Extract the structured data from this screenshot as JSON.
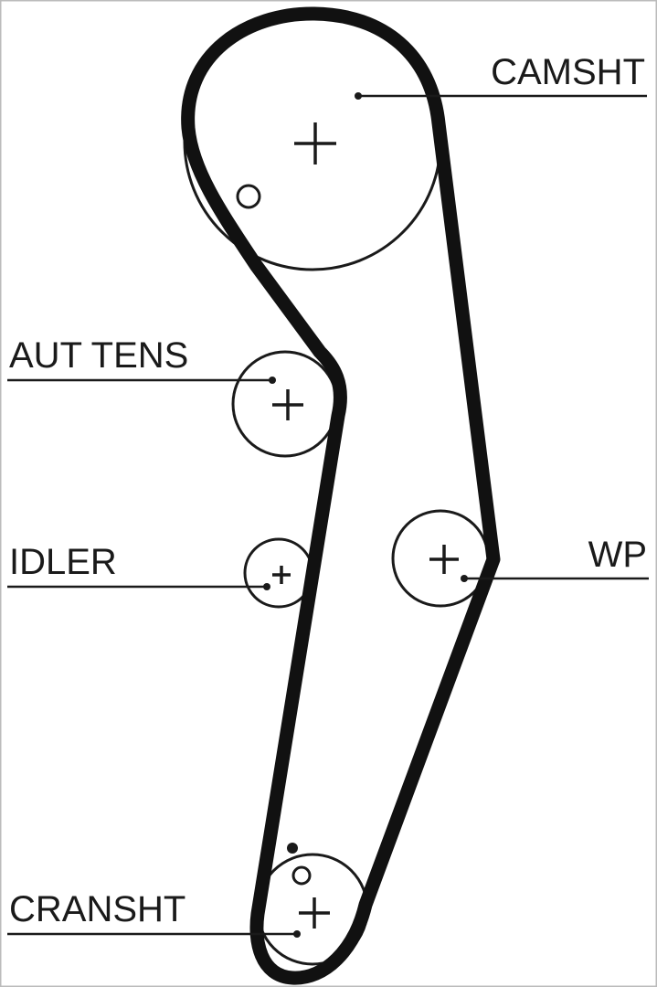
{
  "labels": {
    "camshaft": "CAMSHT",
    "tensioner": "AUT TENS",
    "idler": "IDLER",
    "water_pump": "WP",
    "crankshaft": "CRANSHT"
  },
  "colors": {
    "belt": "#111111",
    "line": "#1a1a1a",
    "background": "#ffffff"
  }
}
